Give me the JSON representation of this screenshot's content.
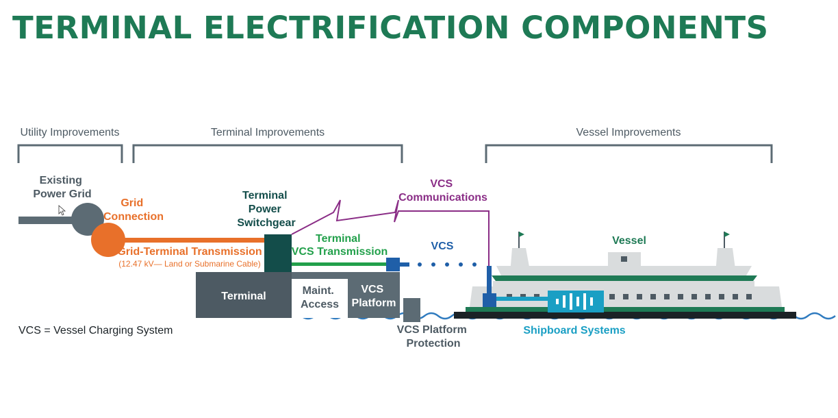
{
  "title": "TERMINAL ELECTRIFICATION COMPONENTS",
  "colors": {
    "title_green": "#1e7a55",
    "grid_orange": "#e8702a",
    "vcs_green": "#22a04b",
    "comm_purple": "#8a2d86",
    "vcs_blue": "#1f5fa8",
    "shipboard_teal": "#1a9fc4",
    "terminal_slate": "#4d5a63",
    "switchgear_dark": "#134d4a",
    "water_blue": "#2f7bbf",
    "bracket_gray": "#5c6b74"
  },
  "sections": {
    "utility": "Utility Improvements",
    "terminal": "Terminal Improvements",
    "vessel": "Vessel Improvements"
  },
  "labels": {
    "existing_grid_1": "Existing",
    "existing_grid_2": "Power Grid",
    "grid_conn_1": "Grid",
    "grid_conn_2": "Connection",
    "grid_terminal_transmission": "Grid-Terminal Transmission",
    "grid_terminal_note": "(12.47 kV— Land or Submarine Cable)",
    "switchgear_1": "Terminal",
    "switchgear_2": "Power",
    "switchgear_3": "Switchgear",
    "vcs_comm_1": "VCS",
    "vcs_comm_2": "Communications",
    "terminal_vcs_tx_1": "Terminal",
    "terminal_vcs_tx_2": "VCS Transmission",
    "vcs": "VCS",
    "terminal": "Terminal",
    "maint_1": "Maint.",
    "maint_2": "Access",
    "vcs_platform_1": "VCS",
    "vcs_platform_2": "Platform",
    "vcs_protection_1": "VCS Platform",
    "vcs_protection_2": "Protection",
    "vessel": "Vessel",
    "shipboard": "Shipboard Systems",
    "legend": "VCS = Vessel Charging System"
  },
  "icons": [
    "cursor-arrow-icon",
    "flag-icon",
    "battery-waveform-icon"
  ]
}
